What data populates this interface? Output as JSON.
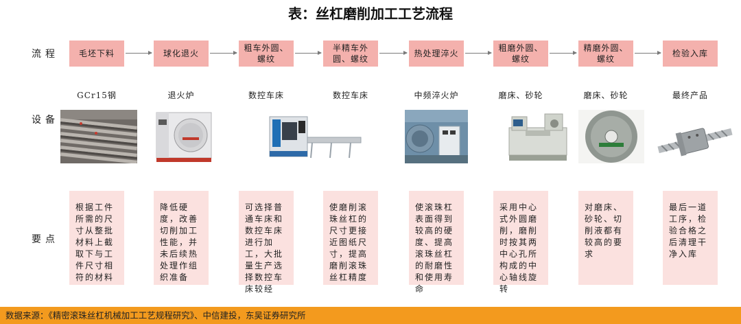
{
  "title": "表：丝杠磨削加工工艺流程",
  "labels": {
    "process": "流程",
    "equipment": "设备",
    "points": "要点"
  },
  "steps": [
    {
      "label": "毛坯下料"
    },
    {
      "label": "球化退火"
    },
    {
      "label": "粗车外圆、螺纹"
    },
    {
      "label": "半精车外圆、螺纹"
    },
    {
      "label": "热处理淬火"
    },
    {
      "label": "粗磨外圆、螺纹"
    },
    {
      "label": "精磨外圆、螺纹"
    },
    {
      "label": "检验入库"
    }
  ],
  "equipment": [
    {
      "name": "GCr15钢",
      "icon": "steel-bars-photo"
    },
    {
      "name": "退火炉",
      "icon": "annealing-furnace-photo"
    },
    {
      "name": "数控车床",
      "icon": "cnc-lathe-photo"
    },
    {
      "name": "数控车床",
      "icon": "cnc-lathe-photo"
    },
    {
      "name": "中频淬火炉",
      "icon": "quenching-furnace-photo"
    },
    {
      "name": "磨床、砂轮",
      "icon": "grinding-machine-photo"
    },
    {
      "name": "磨床、砂轮",
      "icon": "grinding-wheel-photo"
    },
    {
      "name": "最终产品",
      "icon": "ball-screw-photo"
    }
  ],
  "notes": [
    "根据工件所需的尺寸从整批材料上截取下与工件尺寸相符的材料",
    "降低硬度，改善切削加工性能，并未后续热处理作组织准备",
    "可选择普通车床和数控车床进行加工，大批量生产选择数控车床较经",
    "使磨削滚珠丝杠的尺寸更接近图纸尺寸，提高磨削滚珠丝杠精度",
    "使滚珠杠表面得到较高的硬度、提高滚珠丝杠的耐磨性和使用寿命",
    "采用中心式外圆磨削，磨削时按其两中心孔所构成的中心轴线旋转",
    "对磨床、砂轮、切削液都有较高的要求",
    "最后一道工序，检验合格之后清理干净入库"
  ],
  "footer": "数据来源：《精密滚珠丝杠机械加工工艺规程研究》、中信建投，东吴证券研究所",
  "colors": {
    "step": "#f4b1ad",
    "note": "#fbe1df",
    "footer": "#f39a1e"
  }
}
